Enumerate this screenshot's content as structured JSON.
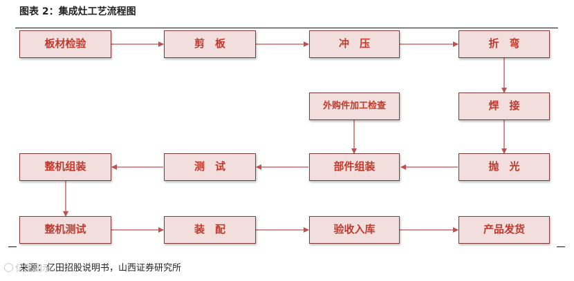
{
  "header": {
    "title": "图表 2：集成灶工艺流程图"
  },
  "diagram": {
    "colors": {
      "box_fill": "#f3dede",
      "box_border": "#7a3a3a",
      "text": "#c0392b",
      "arrow": "#c0504d"
    },
    "nodes": {
      "banjiajianyan": "板材检验",
      "jianban": "剪　板",
      "chongya": "冲　压",
      "zhewan": "折　弯",
      "waigoujian": "外购件加工检查",
      "hanjie": "焊　接",
      "zhengjizuzhuang": "整机组装",
      "ceshi": "测　试",
      "bujianzuzhuang": "部件组装",
      "paoguang": "抛　光",
      "zhengjiceshi": "整机测试",
      "zhuangpei": "装　配",
      "yanshourku": "验收入库",
      "chanpinfahuo": "产品发货"
    }
  },
  "footer": {
    "source": "来源：亿田招股说明书，山西证券研究所",
    "watermark": "亿图图示"
  }
}
